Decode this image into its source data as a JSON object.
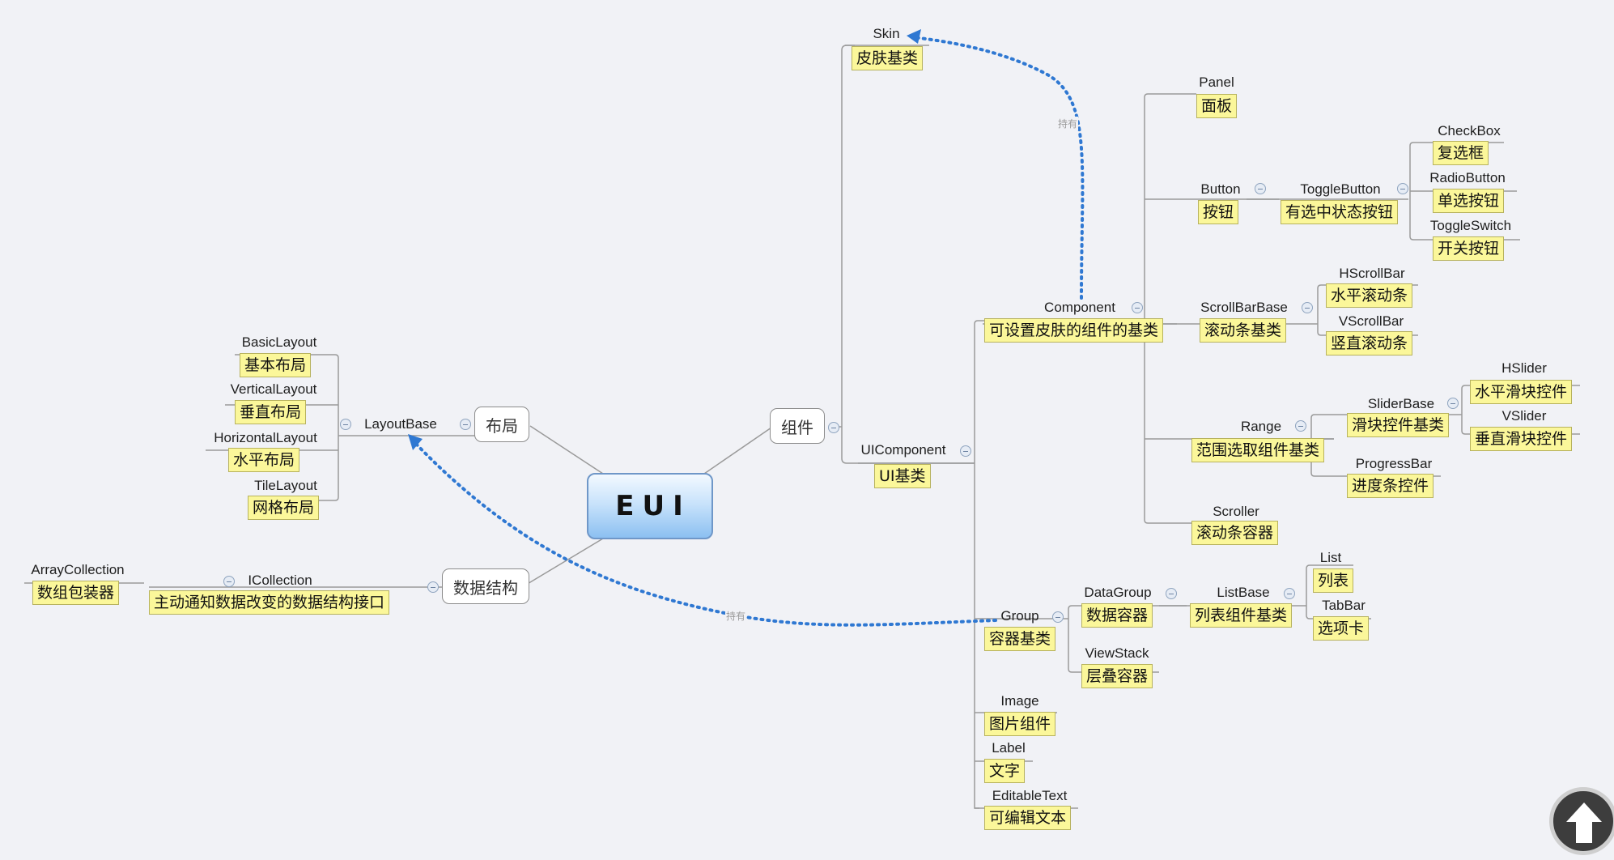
{
  "root": {
    "label": "EUI"
  },
  "branches": {
    "layout": "布局",
    "component": "组件",
    "data_structure": "数据结构"
  },
  "nodes": {
    "skin": {
      "en": "Skin",
      "zh": "皮肤基类"
    },
    "uicomponent": {
      "en": "UIComponent",
      "zh": "UI基类"
    },
    "component": {
      "en": "Component",
      "zh": "可设置皮肤的组件的基类"
    },
    "panel": {
      "en": "Panel",
      "zh": "面板"
    },
    "button": {
      "en": "Button",
      "zh": "按钮"
    },
    "togglebutton": {
      "en": "ToggleButton",
      "zh": "有选中状态按钮"
    },
    "checkbox": {
      "en": "CheckBox",
      "zh": "复选框"
    },
    "radiobutton": {
      "en": "RadioButton",
      "zh": "单选按钮"
    },
    "toggleswitch": {
      "en": "ToggleSwitch",
      "zh": "开关按钮"
    },
    "scrollbarbase": {
      "en": "ScrollBarBase",
      "zh": "滚动条基类"
    },
    "hscrollbar": {
      "en": "HScrollBar",
      "zh": "水平滚动条"
    },
    "vscrollbar": {
      "en": "VScrollBar",
      "zh": "竖直滚动条"
    },
    "range": {
      "en": "Range",
      "zh": "范围选取组件基类"
    },
    "sliderbase": {
      "en": "SliderBase",
      "zh": "滑块控件基类"
    },
    "hslider": {
      "en": "HSlider",
      "zh": "水平滑块控件"
    },
    "vslider": {
      "en": "VSlider",
      "zh": "垂直滑块控件"
    },
    "progressbar": {
      "en": "ProgressBar",
      "zh": "进度条控件"
    },
    "scroller": {
      "en": "Scroller",
      "zh": "滚动条容器"
    },
    "group": {
      "en": "Group",
      "zh": "容器基类"
    },
    "datagroup": {
      "en": "DataGroup",
      "zh": "数据容器"
    },
    "listbase": {
      "en": "ListBase",
      "zh": "列表组件基类"
    },
    "list": {
      "en": "List",
      "zh": "列表"
    },
    "tabbar": {
      "en": "TabBar",
      "zh": "选项卡"
    },
    "viewstack": {
      "en": "ViewStack",
      "zh": "层叠容器"
    },
    "image": {
      "en": "Image",
      "zh": "图片组件"
    },
    "label": {
      "en": "Label",
      "zh": "文字"
    },
    "editabletext": {
      "en": "EditableText",
      "zh": "可编辑文本"
    },
    "layoutbase": {
      "en": "LayoutBase"
    },
    "basiclayout": {
      "en": "BasicLayout",
      "zh": "基本布局"
    },
    "verticallayout": {
      "en": "VerticalLayout",
      "zh": "垂直布局"
    },
    "horizontallayout": {
      "en": "HorizontalLayout",
      "zh": "水平布局"
    },
    "tilelayout": {
      "en": "TileLayout",
      "zh": "网格布局"
    },
    "icollection": {
      "en": "ICollection",
      "zh": "主动通知数据改变的数据结构接口"
    },
    "arraycollection": {
      "en": "ArrayCollection",
      "zh": "数组包装器"
    }
  },
  "relationships": [
    {
      "label": "持有"
    },
    {
      "label": "持有"
    }
  ],
  "colors": {
    "relationship": "#2f78d2",
    "note_fill": "#fbf79a",
    "line": "#9a9a9a",
    "root_fill": "#a9d2f7"
  },
  "icons": {
    "scroll_top": "arrow-up-icon"
  }
}
